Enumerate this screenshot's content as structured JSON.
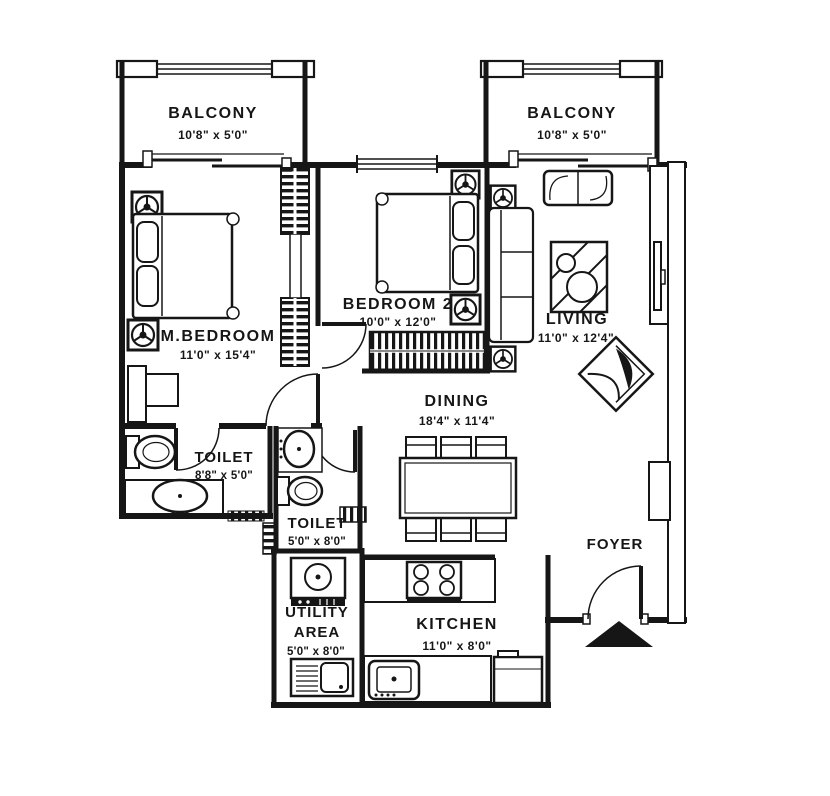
{
  "colors": {
    "line": "#1a1a1a",
    "background": "#ffffff"
  },
  "rooms": {
    "balcony_left": {
      "name": "BALCONY",
      "dims": "10'8\" x 5'0\""
    },
    "balcony_right": {
      "name": "BALCONY",
      "dims": "10'8\" x 5'0\""
    },
    "m_bedroom": {
      "name": "M.BEDROOM",
      "dims": "11'0\" x 15'4\""
    },
    "bedroom_2": {
      "name": "BEDROOM 2",
      "dims": "10'0\" x 12'0\""
    },
    "living": {
      "name": "LIVING",
      "dims": "11'0\" x 12'4\""
    },
    "dining": {
      "name": "DINING",
      "dims": "18'4\" x 11'4\""
    },
    "toilet_1": {
      "name": "TOILET",
      "dims": "8'8\" x 5'0\""
    },
    "toilet_2": {
      "name": "TOILET",
      "dims": "5'0\" x 8'0\""
    },
    "utility": {
      "name_line1": "UTILITY",
      "name_line2": "AREA",
      "dims": "5'0\" x 8'0\""
    },
    "kitchen": {
      "name": "KITCHEN",
      "dims": "11'0\" x 8'0\""
    },
    "foyer": {
      "name": "FOYER"
    }
  },
  "icons": [
    "ac-fan-icon",
    "door-swing",
    "entrance-arrow-icon",
    "wardrobe-hatch",
    "balcony-railing",
    "sliding-door",
    "window"
  ]
}
